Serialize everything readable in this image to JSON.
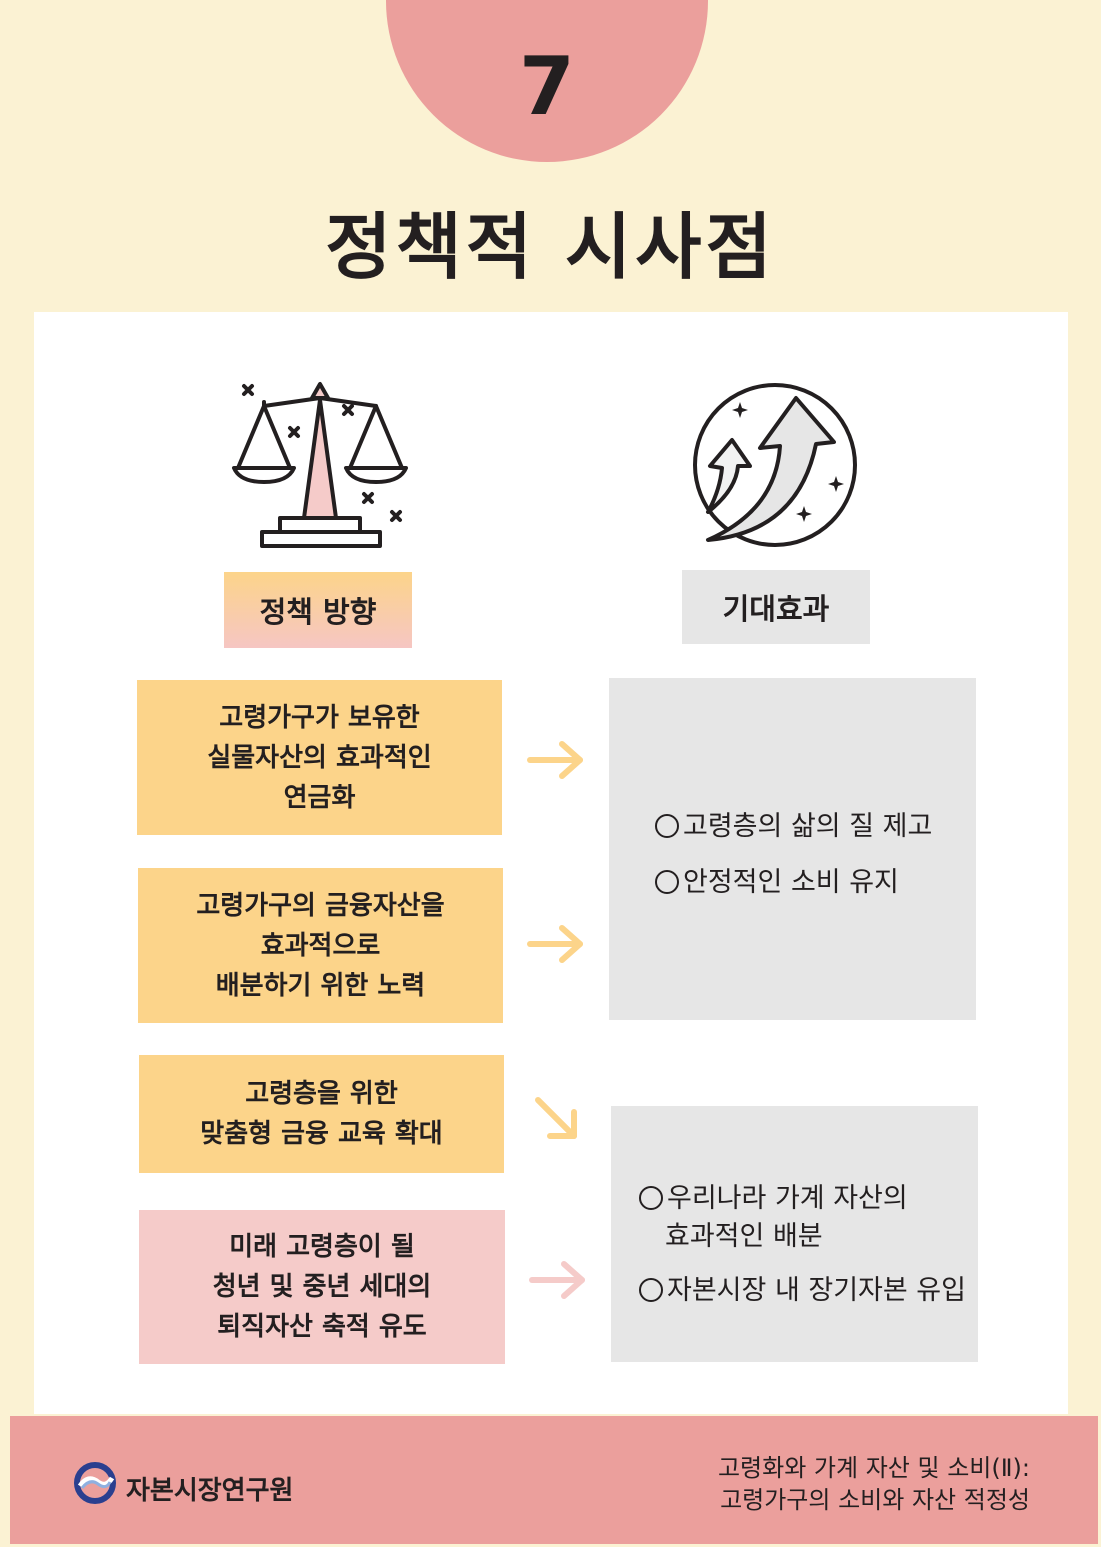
{
  "header": {
    "number": "7",
    "title": "정책적 시사점"
  },
  "tags": {
    "policy": "정책 방향",
    "effect": "기대효과"
  },
  "policies": [
    {
      "lines": [
        "고령가구가 보유한",
        "실물자산의 효과적인",
        "연금화"
      ]
    },
    {
      "lines": [
        "고령가구의 금융자산을",
        "효과적으로",
        "배분하기 위한 노력"
      ]
    },
    {
      "lines": [
        "고령층을 위한",
        "맞춤형 금융 교육 확대"
      ]
    },
    {
      "lines": [
        "미래 고령층이 될",
        "청년 및 중년 세대의",
        "퇴직자산 축적 유도"
      ]
    }
  ],
  "effects_group1": [
    "고령층의 삶의 질 제고",
    "안정적인 소비 유지"
  ],
  "effects_group2": {
    "item1_line1": "우리나라 가계 자산의",
    "item1_line2": "효과적인 배분",
    "item2": "자본시장 내 장기자본 유입"
  },
  "footer": {
    "org": "자본시장연구원",
    "report_line1": "고령화와 가계 자산 및 소비(Ⅱ):",
    "report_line2": "고령가구의 소비와 자산 적정성"
  },
  "colors": {
    "background": "#fbf2d3",
    "accent_pink": "#eb9f9c",
    "yellow_box": "#fcd48a",
    "pink_box": "#f5cbc9",
    "grey_box": "#e6e6e6",
    "logo_blue": "#2a3f8f"
  }
}
